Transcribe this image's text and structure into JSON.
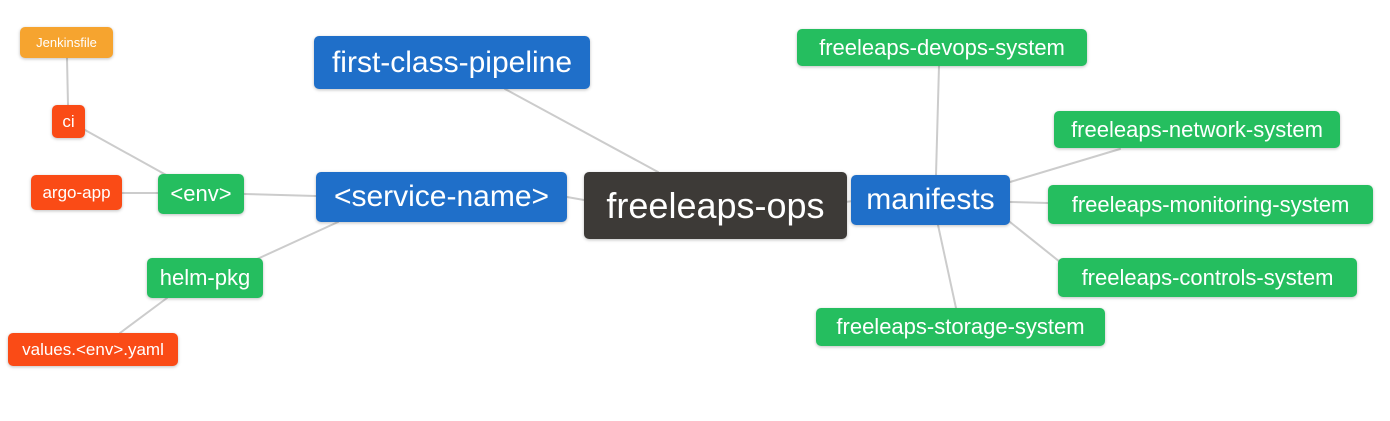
{
  "diagram": {
    "title": "freeleaps-ops mind map",
    "colors": {
      "root": "#3d3a37",
      "branch": "#1f6fc9",
      "green": "#25be5f",
      "red": "#fa4b16",
      "orange": "#f6a42f",
      "line": "#cccccc",
      "text": "#ffffff",
      "background": "#ffffff"
    },
    "nodes": {
      "root": {
        "label": "freeleaps-ops"
      },
      "first_class_pipeline": {
        "label": "first-class-pipeline"
      },
      "service_name": {
        "label": "<service-name>"
      },
      "manifests": {
        "label": "manifests"
      },
      "env": {
        "label": "<env>"
      },
      "helm_pkg": {
        "label": "helm-pkg"
      },
      "ci": {
        "label": "ci"
      },
      "argo_app": {
        "label": "argo-app"
      },
      "jenkinsfile": {
        "label": "Jenkinsfile"
      },
      "values_env_yaml": {
        "label": "values.<env>.yaml"
      },
      "devops_system": {
        "label": "freeleaps-devops-system"
      },
      "network_system": {
        "label": "freeleaps-network-system"
      },
      "monitoring_system": {
        "label": "freeleaps-monitoring-system"
      },
      "controls_system": {
        "label": "freeleaps-controls-system"
      },
      "storage_system": {
        "label": "freeleaps-storage-system"
      }
    }
  }
}
